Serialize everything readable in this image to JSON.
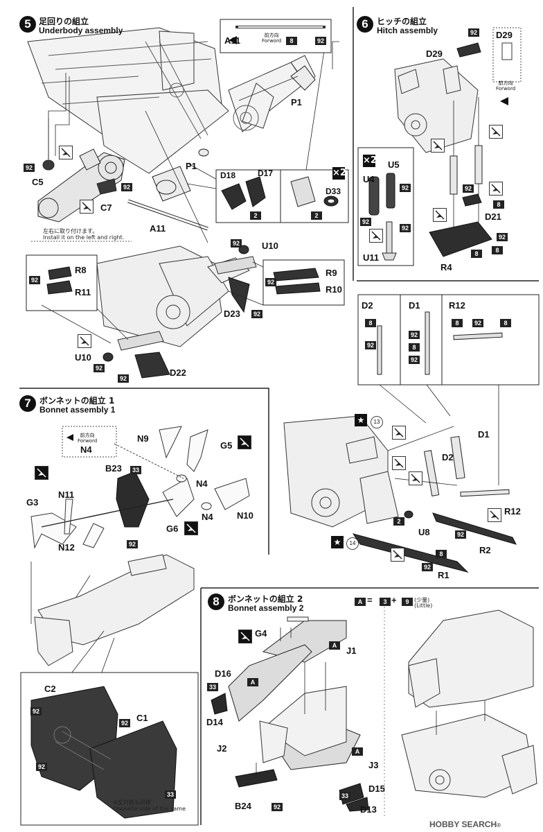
{
  "step5": {
    "number": "5",
    "title_jp": "足回りの組立",
    "title_en": "Underbody assembly",
    "axle_inset": {
      "part": "A11",
      "paint": "8",
      "paint2": "92",
      "forward_jp": "前方向",
      "forward_en": "Forword"
    },
    "labels": {
      "p1a": "P1",
      "p1b": "P1",
      "c5": "C5",
      "c7": "C7",
      "a11": "A11",
      "d18": "D18",
      "d17": "D17",
      "d33": "D33",
      "u10a": "U10",
      "u10b": "U10",
      "r8": "R8",
      "r11": "R11",
      "r9": "R9",
      "r10": "R10",
      "d23": "D23",
      "d22": "D22"
    },
    "multiplier": "×2",
    "note_jp": "左右に取り付けます。",
    "note_en": "Install it on the left and right.",
    "paints": {
      "c5": "92",
      "c7": "92",
      "d18": "2",
      "d33": "2",
      "u10a": "92",
      "r8": "92",
      "r9": "92",
      "d23": "92",
      "u10b": "92",
      "d22": "92"
    }
  },
  "step6": {
    "number": "6",
    "title_jp": "ヒッチの組立",
    "title_en": "Hitch assembly",
    "labels": {
      "d29a": "D29",
      "d29b": "D29",
      "u5": "U5",
      "u4": "U4",
      "u11": "U11",
      "d21": "D21",
      "r4": "R4"
    },
    "multiplier": "×2",
    "forward_jp": "前方向",
    "forward_en": "Forword",
    "paints": {
      "top": "92",
      "u4": "92",
      "u5": "92",
      "u11": "92",
      "d21a": "92",
      "d21b": "8",
      "r4a": "92",
      "r4b": "8",
      "r4c": "8"
    }
  },
  "rods": {
    "d2": {
      "label": "D2",
      "paints": [
        "8",
        "92"
      ]
    },
    "d1": {
      "label": "D1",
      "paints": [
        "92",
        "8",
        "92"
      ]
    },
    "r12": {
      "label": "R12",
      "paints": [
        "8",
        "92",
        "8"
      ]
    }
  },
  "hitch_detail": {
    "labels": {
      "d1": "D1",
      "d2": "D2",
      "r12": "R12",
      "r2": "R2",
      "r1": "R1",
      "u8": "U8"
    },
    "paints": {
      "u8": "2",
      "r2": "92",
      "r1": "92",
      "r1b": "8"
    },
    "circle13": "13",
    "circle14": "14",
    "star": "★"
  },
  "step7": {
    "number": "7",
    "title_jp": "ボンネットの組立 1",
    "title_en": "Bonnet assembly 1",
    "forward_jp": "前方向",
    "forward_en": "Forword",
    "labels": {
      "n9": "N9",
      "n4a": "N4",
      "n4b": "N4",
      "n4c": "N4",
      "g5": "G5",
      "b23": "B23",
      "n11": "N11",
      "g3": "G3",
      "n12": "N12",
      "n10": "N10",
      "g6": "G6"
    },
    "paints": {
      "b23a": "33",
      "b23b": "92"
    }
  },
  "step7b": {
    "labels": {
      "c2": "C2",
      "c1": "C1"
    },
    "paints": {
      "c2": "92",
      "c2b": "92",
      "c1": "92",
      "c1b": "33"
    },
    "note_jp": "※反対側も同様",
    "note_en": "Opposite side of the same"
  },
  "step8": {
    "number": "8",
    "title_jp": "ボンネットの組立 2",
    "title_en": "Bonnet assembly 2",
    "mix": {
      "a": "A",
      "eq": "=",
      "p1": "3",
      "plus": "+",
      "p2": "9",
      "little_jp": "(少量)",
      "little_en": "(Little)"
    },
    "labels": {
      "g4": "G4",
      "j1": "J1",
      "d16": "D16",
      "d14": "D14",
      "j2": "J2",
      "j3": "J3",
      "d15": "D15",
      "d13": "D13",
      "b24": "B24"
    },
    "paints": {
      "j1": "A",
      "d16": "33",
      "j3": "A",
      "d15": "33",
      "b24": "92",
      "top": "A"
    }
  },
  "watermark": {
    "text": "HOBBY SEARCH",
    "sub": "®"
  }
}
